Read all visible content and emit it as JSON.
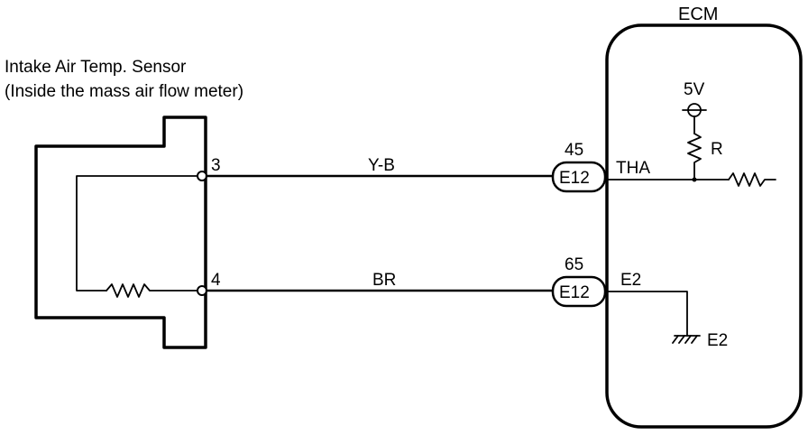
{
  "sensor": {
    "title_line1": "Intake Air Temp. Sensor",
    "title_line2": "(Inside the mass air flow meter)",
    "pin_top": "3",
    "pin_bottom": "4"
  },
  "wires": {
    "top_color": "Y-B",
    "bottom_color": "BR"
  },
  "connectors": {
    "top": {
      "pin": "45",
      "code": "E12"
    },
    "bottom": {
      "pin": "65",
      "code": "E12"
    }
  },
  "ecm": {
    "title": "ECM",
    "signal_top": "THA",
    "signal_bottom": "E2",
    "supply": "5V",
    "resistor": "R",
    "ground": "E2"
  }
}
